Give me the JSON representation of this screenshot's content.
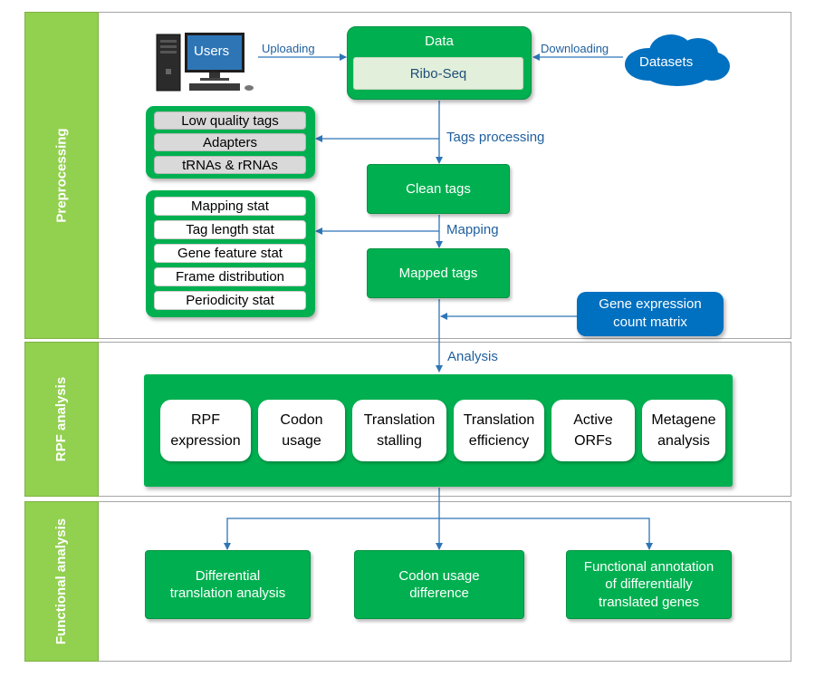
{
  "sections": {
    "preprocessing": "Preprocessing",
    "rpf_analysis": "RPF analysis",
    "functional_analysis": "Functional analysis"
  },
  "users": "Users",
  "datasets": "Datasets",
  "data_box": {
    "title": "Data",
    "item": "Ribo-Seq"
  },
  "labels": {
    "uploading": "Uploading",
    "downloading": "Downloading",
    "tags_processing": "Tags processing",
    "mapping": "Mapping",
    "analysis": "Analysis"
  },
  "removed_tags": [
    "Low quality tags",
    "Adapters",
    "tRNAs & rRNAs"
  ],
  "clean_tags": "Clean tags",
  "mapped_tags": "Mapped tags",
  "stats": [
    "Mapping  stat",
    "Tag length stat",
    "Gene  feature stat",
    "Frame distribution",
    "Periodicity stat"
  ],
  "gene_expression": {
    "line1": "Gene expression",
    "line2": "count matrix"
  },
  "rpf_modules": [
    {
      "line1": "RPF",
      "line2": "expression"
    },
    {
      "line1": "Codon",
      "line2": "usage"
    },
    {
      "line1": "Translation",
      "line2": "stalling"
    },
    {
      "line1": "Translation",
      "line2": "efficiency"
    },
    {
      "line1": "Active",
      "line2": "ORFs"
    },
    {
      "line1": "Metagene",
      "line2": "analysis"
    }
  ],
  "functional": [
    {
      "lines": [
        "Differential",
        "translation analysis"
      ]
    },
    {
      "lines": [
        "Codon usage",
        "difference"
      ]
    },
    {
      "lines": [
        "Functional annotation",
        "of differentially",
        "translated genes"
      ]
    }
  ],
  "colors": {
    "green": "#00b050",
    "sidebar": "#92d050",
    "blue": "#0070c0",
    "arrow": "#2e75b6"
  }
}
